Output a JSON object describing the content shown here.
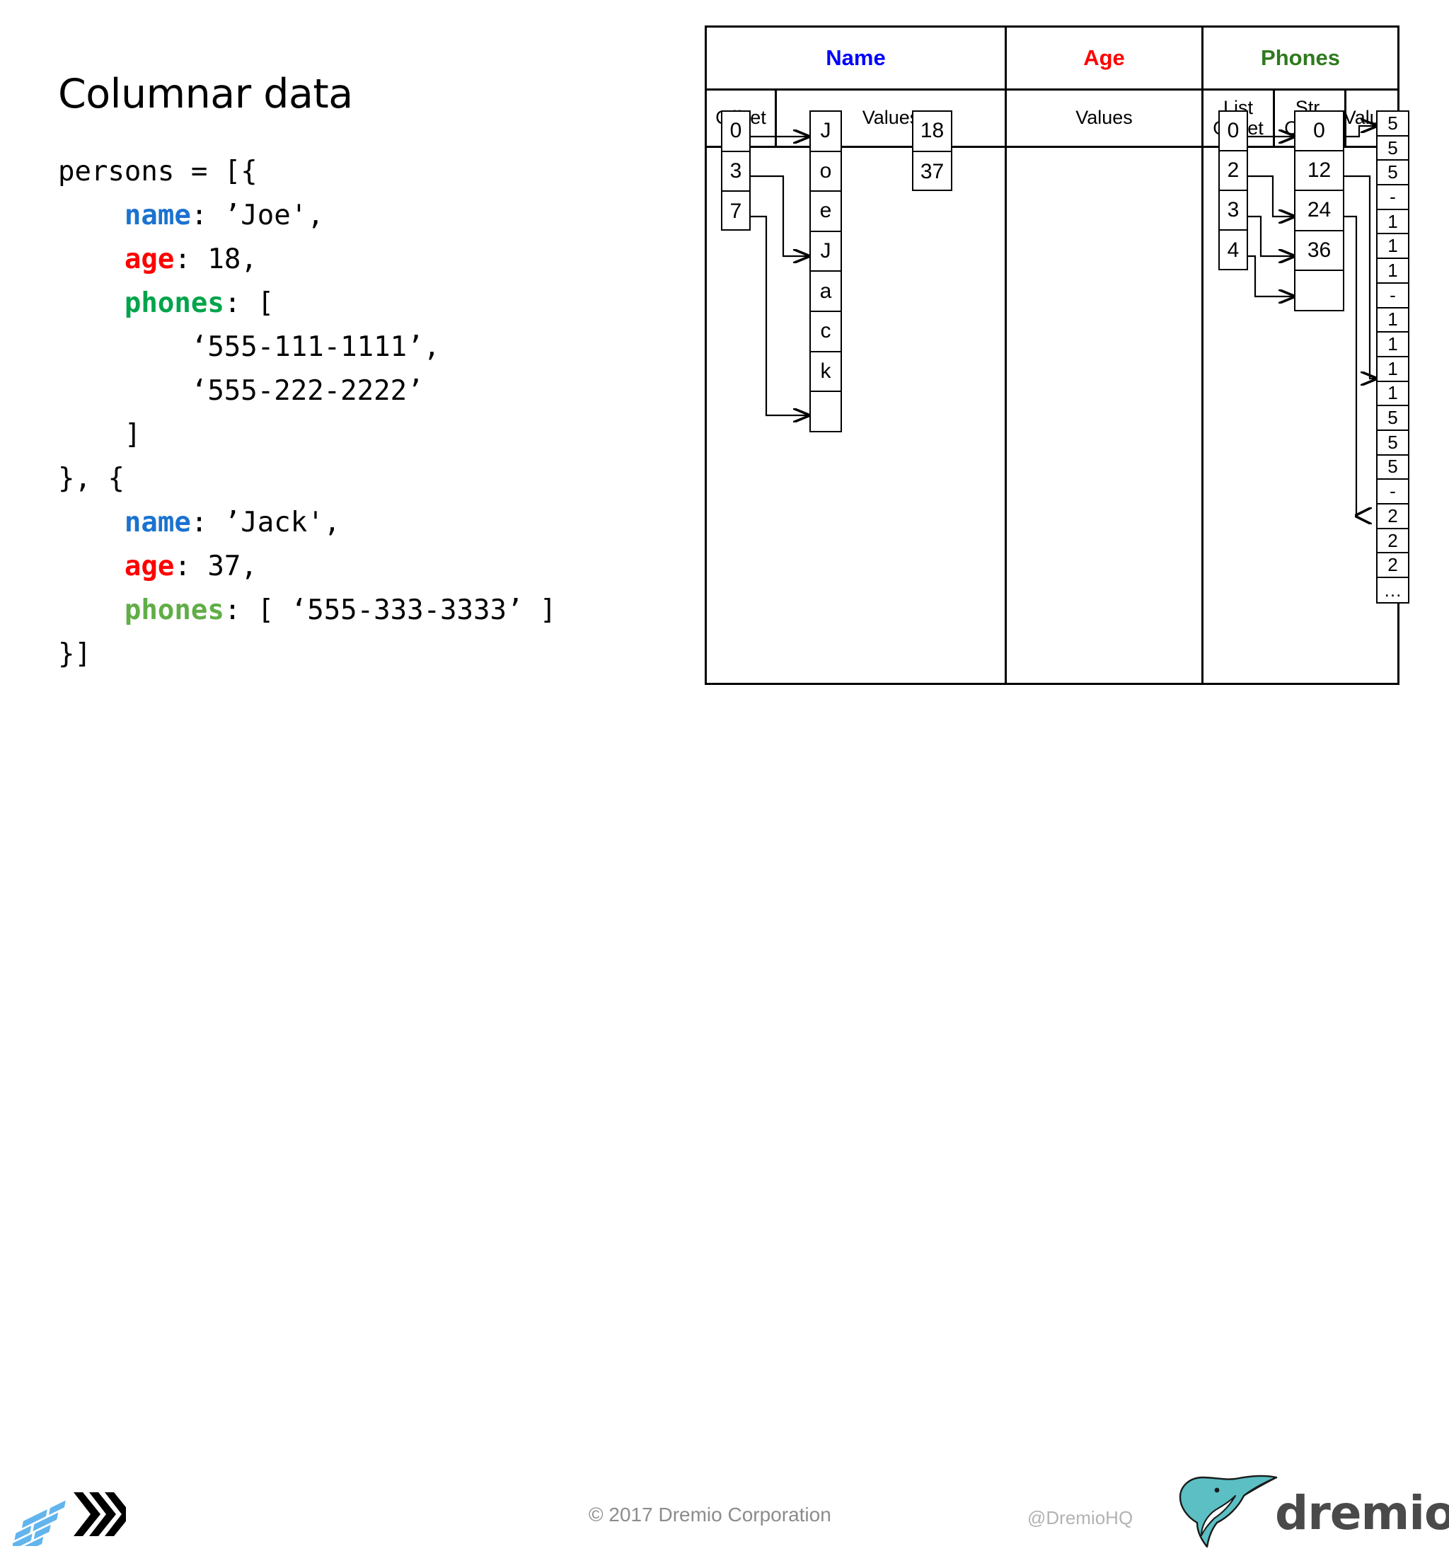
{
  "slide": {
    "title": "Columnar data"
  },
  "code": {
    "lines": [
      [
        {
          "t": "persons = [{",
          "c": "plain"
        }
      ],
      [
        {
          "t": "    ",
          "c": "plain"
        },
        {
          "t": "name",
          "c": "name"
        },
        {
          "t": ": ’Joe',",
          "c": "plain"
        }
      ],
      [
        {
          "t": "    ",
          "c": "plain"
        },
        {
          "t": "age",
          "c": "age"
        },
        {
          "t": ": 18,",
          "c": "plain"
        }
      ],
      [
        {
          "t": "    ",
          "c": "plain"
        },
        {
          "t": "phones",
          "c": "phones"
        },
        {
          "t": ": [",
          "c": "plain"
        }
      ],
      [
        {
          "t": "        ‘555-111-1111’,",
          "c": "plain"
        }
      ],
      [
        {
          "t": "        ‘555-222-2222’",
          "c": "plain"
        }
      ],
      [
        {
          "t": "    ]",
          "c": "plain"
        }
      ],
      [
        {
          "t": "}, {",
          "c": "plain"
        }
      ],
      [
        {
          "t": "    ",
          "c": "plain"
        },
        {
          "t": "name",
          "c": "name"
        },
        {
          "t": ": ’Jack',",
          "c": "plain"
        }
      ],
      [
        {
          "t": "    ",
          "c": "plain"
        },
        {
          "t": "age",
          "c": "age"
        },
        {
          "t": ": 37,",
          "c": "plain"
        }
      ],
      [
        {
          "t": "    ",
          "c": "plain"
        },
        {
          "t": "phones",
          "c": "phones2"
        },
        {
          "t": ": [ ‘555-333-3333’ ]",
          "c": "plain"
        }
      ],
      [
        {
          "t": "}]",
          "c": "plain"
        }
      ]
    ]
  },
  "table": {
    "groups": [
      {
        "label": "Name",
        "color": "#0000FF"
      },
      {
        "label": "Age",
        "color": "#FF0000"
      },
      {
        "label": "Phones",
        "color": "#2F7A1E"
      }
    ],
    "subheaders": [
      {
        "label": "Offset"
      },
      {
        "label": "Values"
      },
      {
        "label": "Values"
      },
      {
        "label": "List\nOffset"
      },
      {
        "label": "Str.\nOffset"
      },
      {
        "label": "Values"
      }
    ],
    "name_offset": [
      "0",
      "3",
      "7"
    ],
    "name_values": [
      "J",
      "o",
      "e",
      "J",
      "a",
      "c",
      "k",
      ""
    ],
    "age_values": [
      "18",
      "37"
    ],
    "phones_list_offset": [
      "0",
      "2",
      "3",
      "4"
    ],
    "phones_str_offset": [
      "0",
      "12",
      "24",
      "36",
      ""
    ],
    "phones_values": [
      "5",
      "5",
      "5",
      "-",
      "1",
      "1",
      "1",
      "-",
      "1",
      "1",
      "1",
      "1",
      "5",
      "5",
      "5",
      "-",
      "2",
      "2",
      "2",
      "…"
    ]
  },
  "footer": {
    "copyright": "© 2017 Dremio Corporation",
    "handle": "@DremioHQ",
    "brand": "dremio"
  }
}
